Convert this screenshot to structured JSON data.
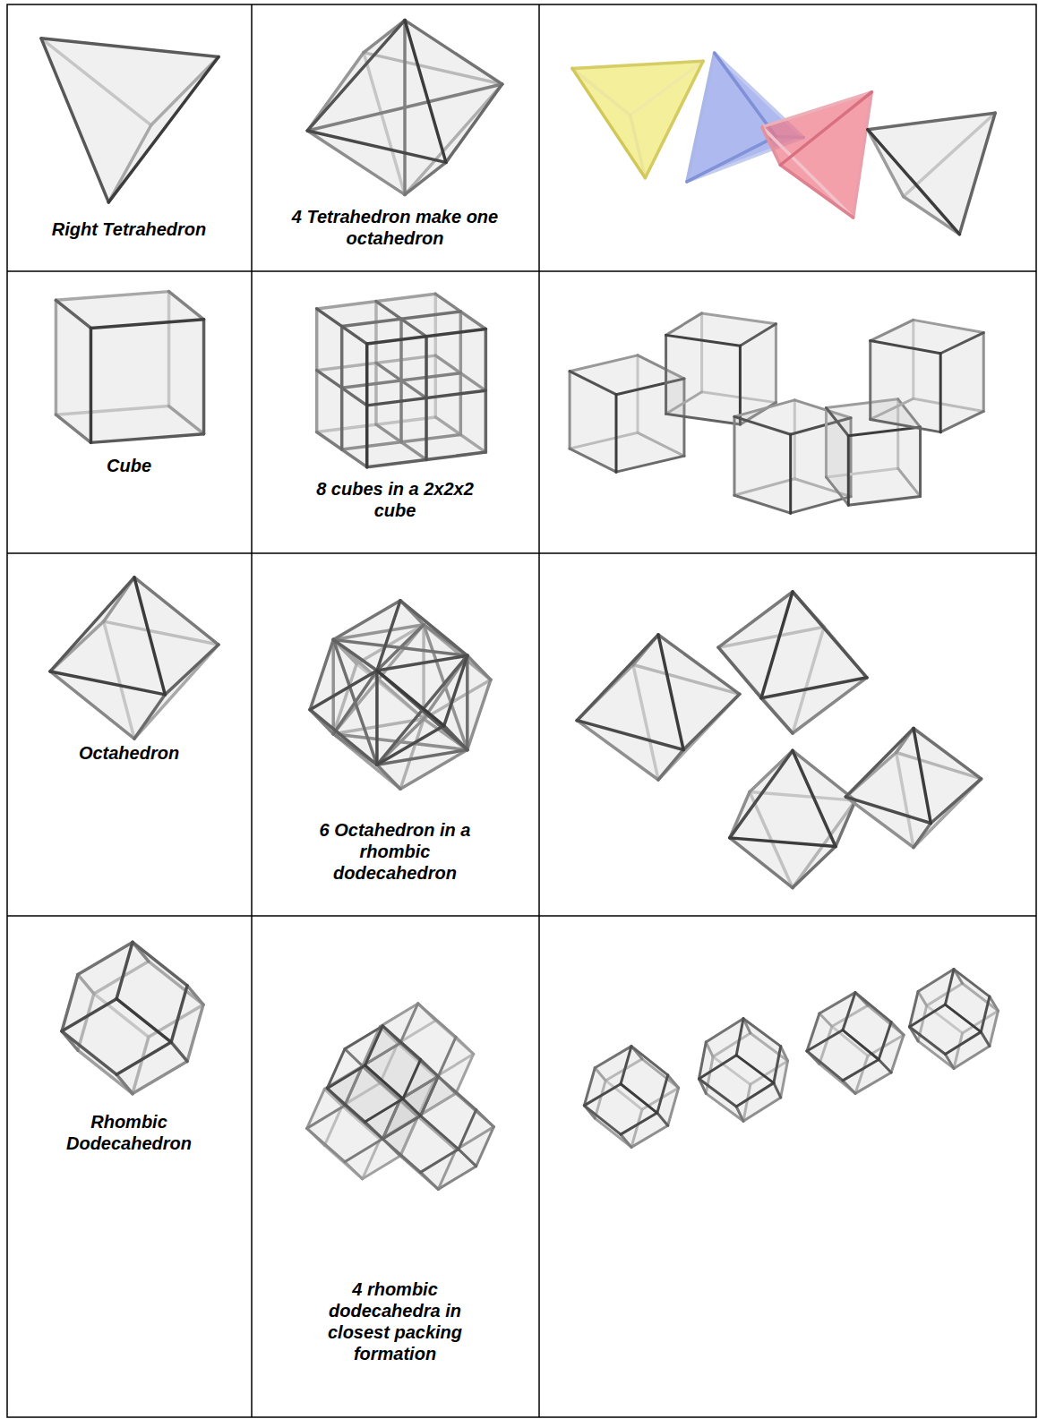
{
  "diagram": {
    "labels": [
      "Right Tetrahedron",
      "4 Tetrahedron make one octahedron",
      "Cube",
      "8 cubes in a 2x2x2 cube",
      "Octahedron",
      "6 Octahedron in a rhombic dodecahedron",
      "Rhombic Dodecahedron",
      "4 rhombic dodecahedra in closest packing formation"
    ]
  }
}
